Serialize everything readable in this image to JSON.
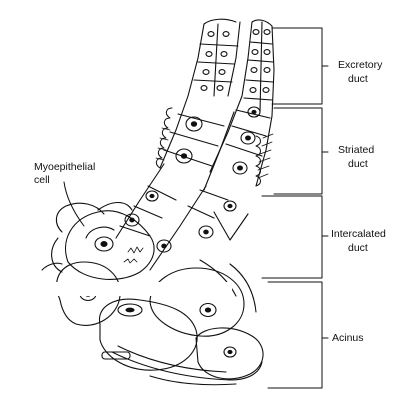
{
  "diagram": {
    "labels": {
      "excretory_1": "Excretory",
      "excretory_2": "duct",
      "striated_1": "Striated",
      "striated_2": "duct",
      "intercalated_1": "Intercalated",
      "intercalated_2": "duct",
      "acinus": "Acinus",
      "myoepithelial_1": "Myoepithelial",
      "myoepithelial_2": "cell"
    },
    "colors": {
      "ink": "#111111",
      "background": "#ffffff"
    }
  }
}
